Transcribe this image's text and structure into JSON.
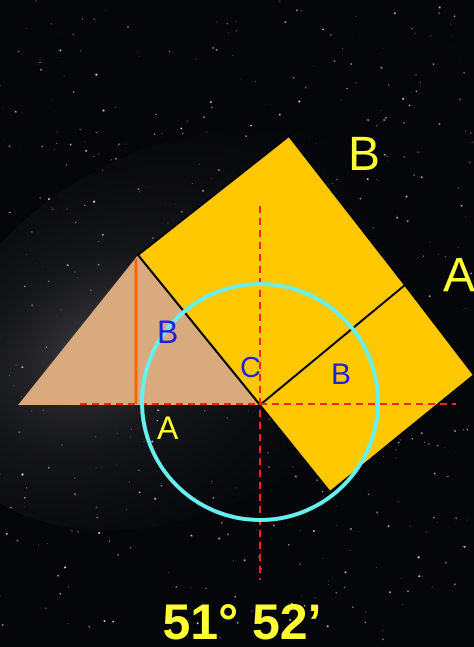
{
  "labels": {
    "big_b": "B",
    "big_a": "A",
    "small_b_left": "B",
    "small_a": "A",
    "center_c": "C",
    "small_b_right": "B"
  },
  "angle_text": "51° 52’",
  "colors": {
    "background": "#05060a",
    "square_fill": "#ffc800",
    "triangle_fill": "#d9aa7d",
    "circle_stroke": "#66f0f0",
    "dashed_lines": "#ff2020",
    "vertical_marker": "#ff6600",
    "yellow_text": "#ffff33",
    "blue_text": "#1f22d6"
  }
}
